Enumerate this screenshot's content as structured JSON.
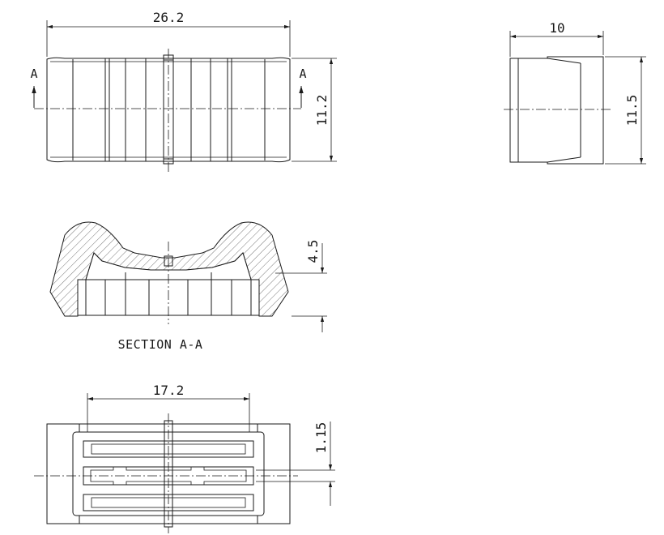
{
  "drawing": {
    "front": {
      "width_dim": "26.2",
      "height_dim": "11.2",
      "section_marker_left": "A",
      "section_marker_right": "A"
    },
    "side": {
      "width_dim": "10",
      "height_dim": "11.5"
    },
    "section": {
      "depth_dim": "4.5",
      "caption": "SECTION A-A"
    },
    "bottom": {
      "width_dim": "17.2",
      "gap_dim": "1.15"
    }
  }
}
